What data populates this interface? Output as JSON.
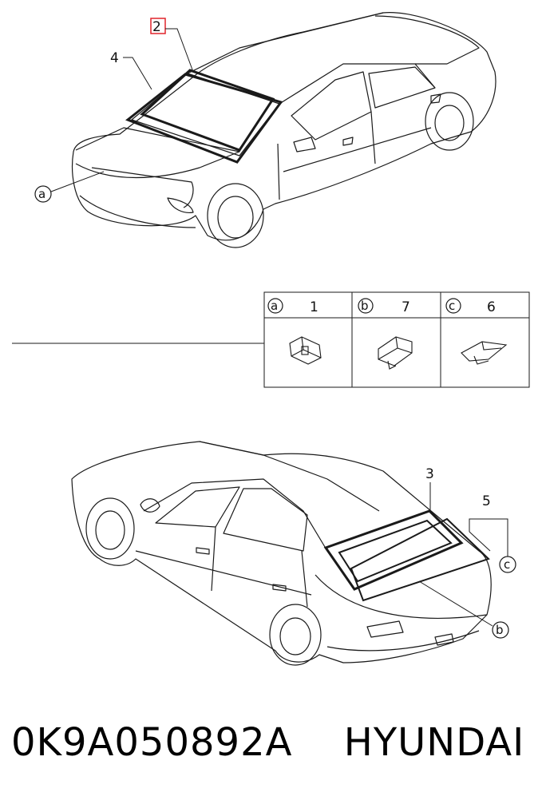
{
  "callouts": {
    "windshield_seal_highlighted": "2",
    "windshield_molding": "4",
    "rear_glass_molding": "3",
    "rear_clip_group": "5"
  },
  "detail_refs": {
    "a": "a",
    "b": "b",
    "c": "c"
  },
  "parts_table": [
    {
      "letter": "a",
      "qty": "1"
    },
    {
      "letter": "b",
      "qty": "7"
    },
    {
      "letter": "c",
      "qty": "6"
    }
  ],
  "caption": {
    "part_number": "0K9A050892A",
    "brand": "HYUNDAI"
  },
  "colors": {
    "line": "#1a1a1a",
    "highlight": "#e0242b",
    "background": "#ffffff"
  }
}
